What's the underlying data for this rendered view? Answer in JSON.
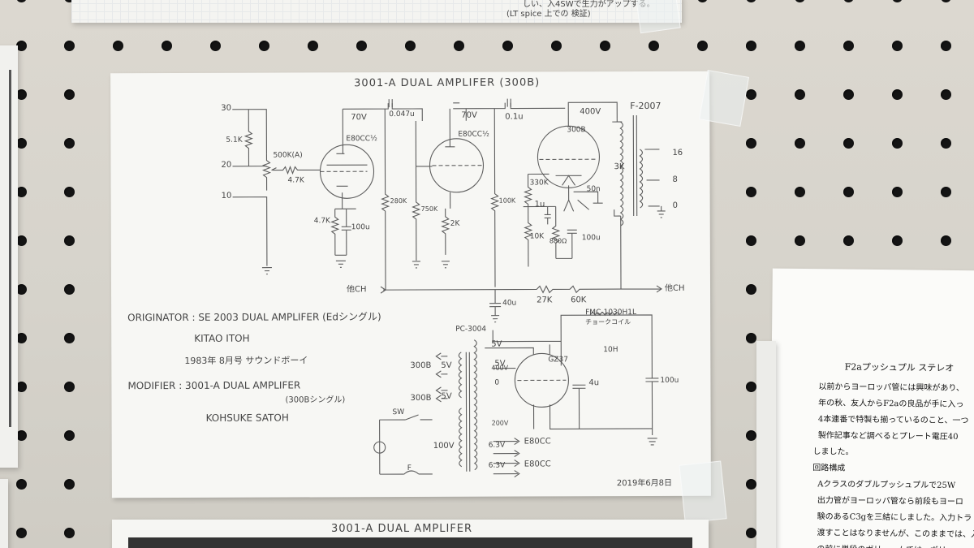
{
  "schematic": {
    "title": "3001-A DUAL AMPLIFER (300B)",
    "labels": {
      "v30": "30",
      "v20": "20",
      "v10": "10",
      "r51k": "5.1K",
      "pot": "500K(A)",
      "r47k": "4.7K",
      "v70a": "70V",
      "v70b": "70V",
      "c0047": "0.047u",
      "c01": "0.1u",
      "tube1": "E80CC½",
      "tube2": "E80CC½",
      "v400": "400V",
      "tube3": "300B",
      "trans": "F-2007",
      "r3k": "3K",
      "o16": "16",
      "o8": "8",
      "o0": "0",
      "r280k": "280K",
      "r750k": "750K",
      "r100k": "100K",
      "r330k": "330K",
      "r50n": "50n",
      "c1u": "1u",
      "r10k": "10K",
      "r4700": "4.7K",
      "c100a": "100u",
      "r2k": "2K",
      "r880": "880Ω",
      "c100b": "100u",
      "other_l": "他CH",
      "other_r": "他CH",
      "c40": "40u",
      "r27k": "27K",
      "r60k": "60K",
      "pc3004": "PC-3004",
      "fmc": "FMC-1030H1L",
      "choke": "チョークコイル",
      "h10": "10H",
      "s5va": "5V",
      "s300ba": "300B",
      "s5vb": "5V",
      "s300bb": "300B",
      "s5vc": "5V",
      "s5vd": "5V",
      "s400": "400V",
      "s0": "0",
      "g237": "GZ37",
      "c4u": "4u",
      "c100c": "100u",
      "sw": "SW",
      "v100": "100V",
      "fuse": "F",
      "s200": "200V",
      "h63a": "6.3V",
      "h63b": "6.3V",
      "e80a": "E80CC",
      "e80b": "E80CC",
      "originator": "ORIGINATOR : SE 2003 DUAL AMPLIFER (Edシングル)",
      "kitao": "KITAO ITOH",
      "year": "1983年 8月号 サウンドボーイ",
      "modifier": "MODIFIER : 3001-A DUAL AMPLIFER",
      "sub": "(300Bシングル)",
      "kohsuke": "KOHSUKE SATOH",
      "date": "2019年6月8日"
    }
  },
  "top_note": {
    "line1": "しい、入4SWで生力がアップする。",
    "line2": "(LT spice 上での 検証)"
  },
  "right_doc": {
    "heading": "F2aプッシュプル ステレオ",
    "lines": [
      "以前からヨーロッパ管には興味があり、",
      "年の秋、友人からF2aの良品が手に入っ",
      "4本連番で特製も揃っているのこと、一つ",
      "製作記事など調べるとプレート電圧40",
      "しました。",
      "回路構成",
      "Aクラスのダブルプッシュプルで25W",
      "出力管がヨーロッパ管なら前段もヨーロ",
      "験のあるC3gを三結にしました。入力トラ",
      "渡すことはなりませんが、このままでは、入",
      "の前に単段のボリュームでは、ボリュー"
    ]
  },
  "bottom_doc": {
    "title": "3001-A DUAL AMPLIFER"
  }
}
